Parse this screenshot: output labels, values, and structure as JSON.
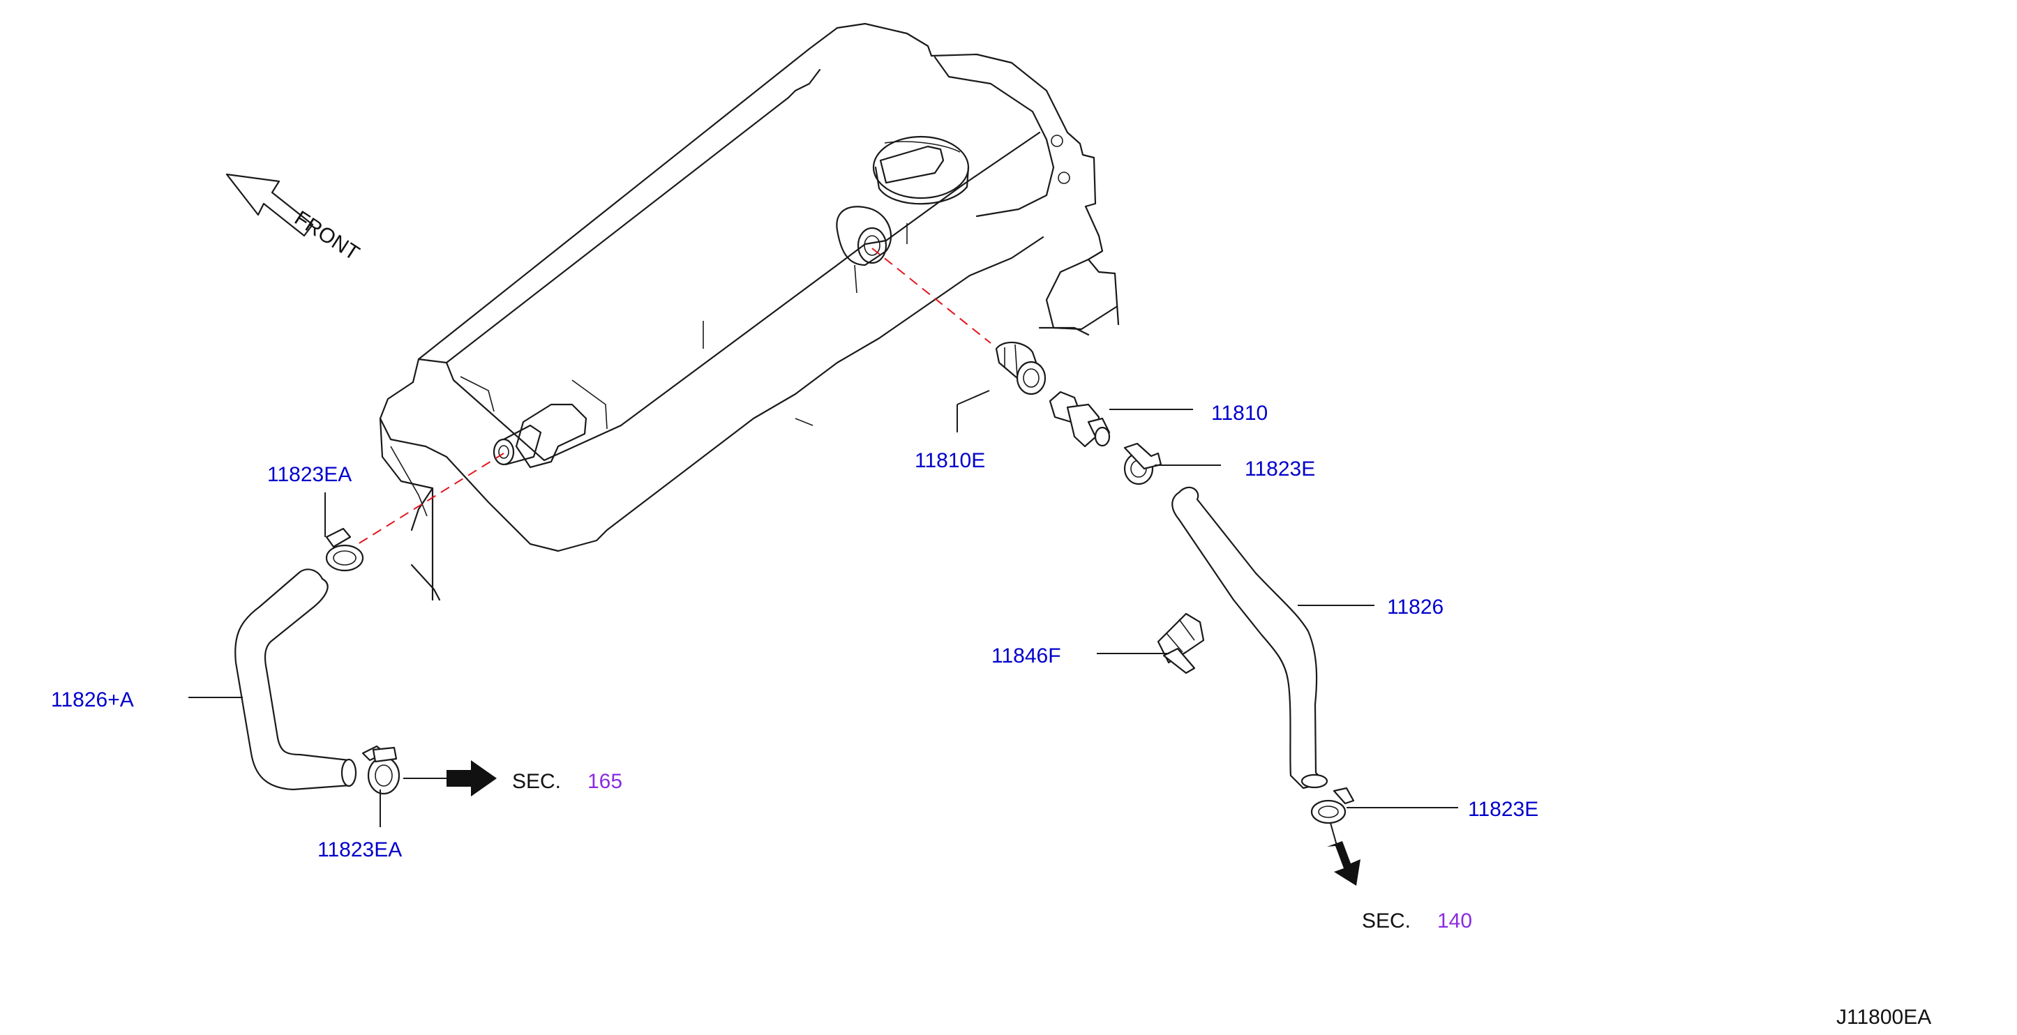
{
  "direction_label": "FRONT",
  "diagram_code": "J11800EA",
  "colors": {
    "part_number": "#0000cc",
    "section_number": "#8a2be2",
    "text": "#111111",
    "centerline": "#e4141b"
  },
  "parts": {
    "p11810": "11810",
    "p11810E": "11810E",
    "p11823E_top": "11823E",
    "p11823E_bottom": "11823E",
    "p11826": "11826",
    "p11846F": "11846F",
    "p11823EA_top": "11823EA",
    "p11823EA_bottom": "11823EA",
    "p11826A": "11826+A"
  },
  "sections": {
    "left": {
      "prefix": "SEC.",
      "number": "165"
    },
    "bottom": {
      "prefix": "SEC.",
      "number": "140"
    }
  }
}
